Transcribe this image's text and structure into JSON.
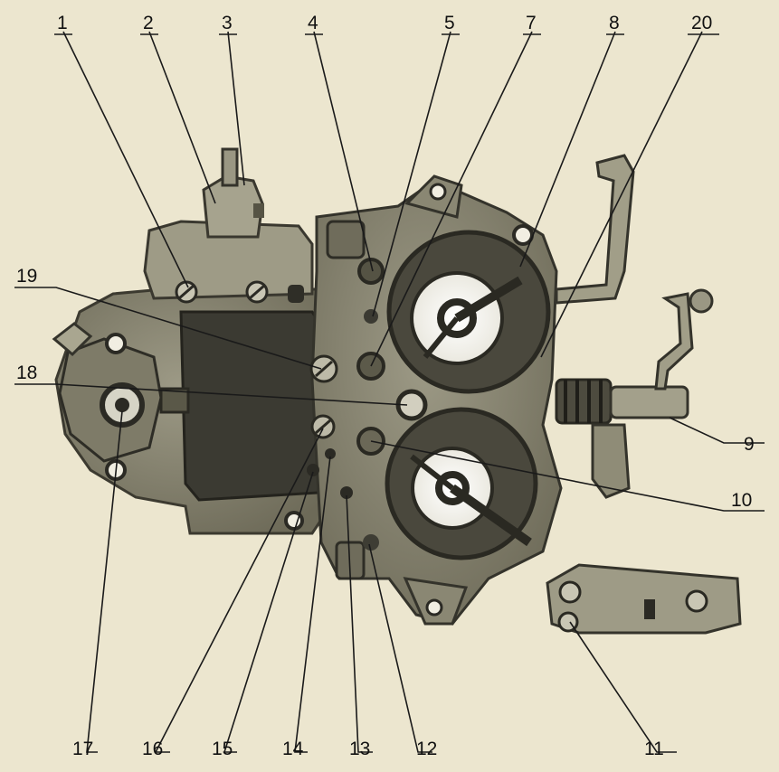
{
  "figure": {
    "background": "#ece6cf",
    "part_color": "#8b8874",
    "dark_color": "#2b2a24",
    "light_color": "#f4f2ea"
  },
  "callouts": {
    "c1": "1",
    "c2": "2",
    "c3": "3",
    "c4": "4",
    "c5": "5",
    "c7": "7",
    "c8": "8",
    "c20": "20",
    "c19": "19",
    "c18": "18",
    "c9": "9",
    "c10": "10",
    "c11": "11",
    "c12": "12",
    "c13": "13",
    "c14": "14",
    "c15": "15",
    "c16": "16",
    "c17": "17"
  }
}
